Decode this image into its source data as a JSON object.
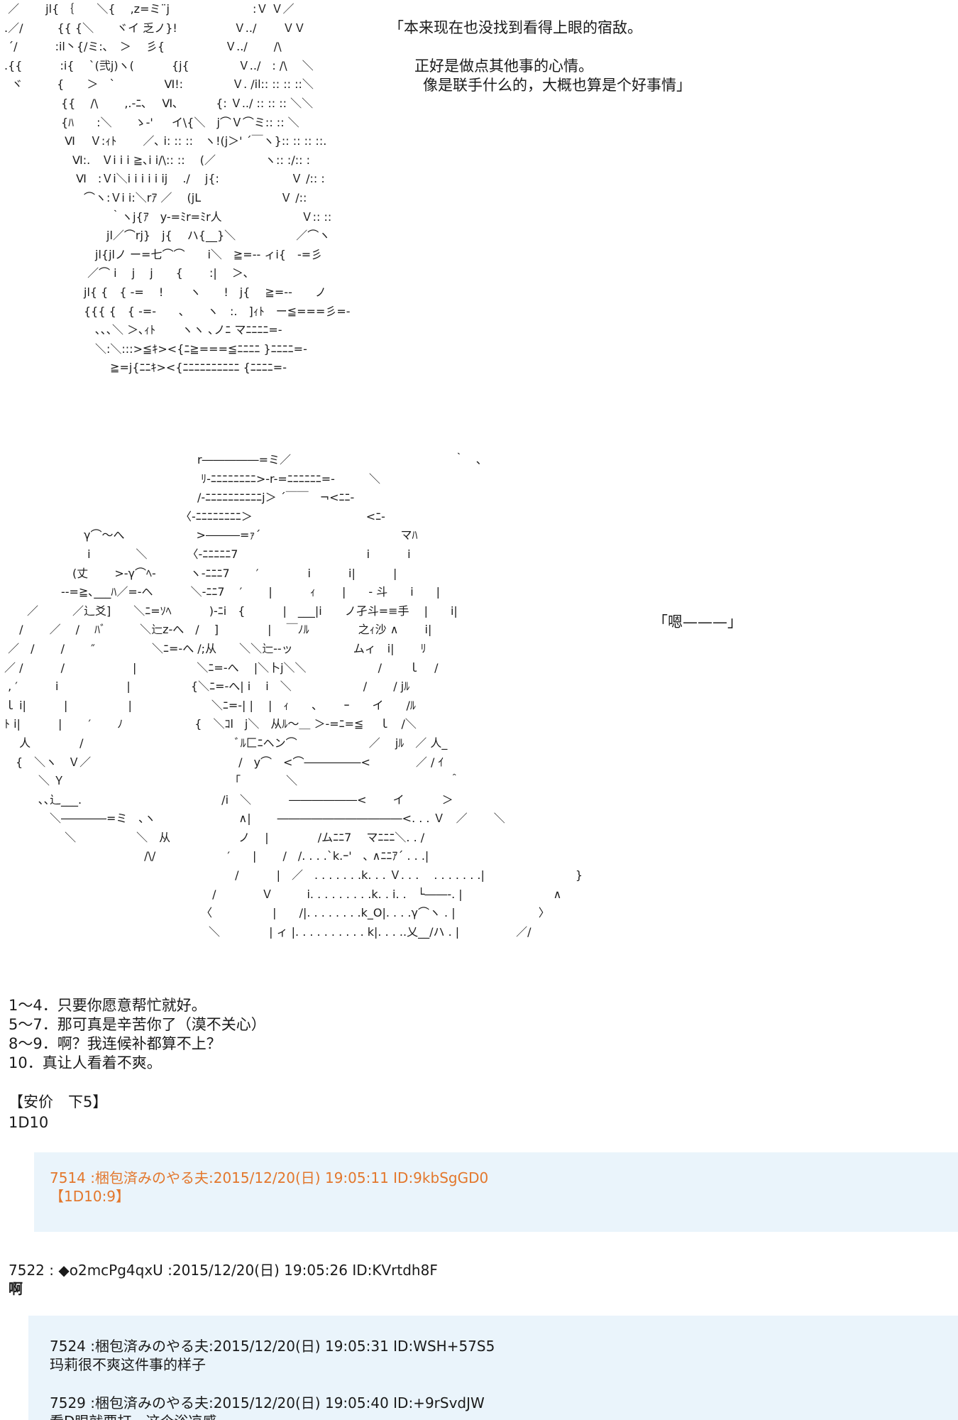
{
  "ascii_art": {
    "top": " ／　　 jl{ ｛　　＼{　 ,z=ミ¨j　　　　　　　 :Ｖ Ｖ／\n.／/　　　{{ {＼　　ヾイ 乏ノ}!　　　　　Ｖ../　　 ＶＶ\n ´/　　　 :il丶{/ミ:､　＞　 彡{　　　　　 Ｖ../　　 /\\\n.{{　　　 :i{ 　`(弐j)ヽ(　　　 {j{　　　　 Ｖ../　: /\\　 ＼\n  ヾ　　　{　　＞　`　　　　 Ⅵ!:　　　　 Ｖ. /il:: :: :: ::＼\n　　　　　{{　 /\\　　 ,.-ﾆ､　 Ⅵ､　　　 {: Ｖ../ :: :: :: ＼＼\n　　　　　{ﾊ　　:＼　　ゝ-' 　 イ\\{＼　j⌒Ｖ⌒ミ:: :: ＼\n　　　　　 Ⅵ　 Ｖ:ｨﾄ　　 ／､ i: :: ::　ヽ!(j＞' ´￣ヽ}:: :: :: ::.\n　　　　　　Ⅵ:.　Ｖi i i ≧､i i/\\:: ::　 (／　　　　 ヽ:: :/:: :\n　　　　　　 Ⅵ　:Ｖi＼i i i i i ij　 ./　 j{:　　　　　　 Ｖ /:: :\n　　　　　　　⌒ヽ:Ｖi i:＼rｱ ／　 (jL　　　　　　　Ｖ /::\n　　　　　　　　　 ｀ヽj{ｱ　y-=ﾐr=ﾐr人　　　　　　　Ｖ:: ::\n　　　　　　　　　jl／⌒rj}　j{　 ハ{__}＼　　　　　 ／⌒ヽ\n　　　　　　　　jl{jlノ ー=七⌒⌒　　i＼　≧=-- ィi{　-=彡\n　　　　　　　 ／⌒ i　 j　 j　　{　　 :|　 ＞､\n　　　　　　　jl{ {　{ -=　 !　　 ヽ　　!　j{　 ≧=--　　ノ\n　　　　　　　{{{ {　{ -=-　　､　　ヽ　:.　]ｨﾄ　ー≦===彡=-\n　　　　　　　　､､､＼ ＞､ｨﾄ　　 ヽヽ ､ノﾆ マﾆﾆﾆﾆ=-\n　　　　　　　　＼:＼:::>≦ｷ><{ﾆ≧===≦ﾆﾆﾆﾆ }ﾆﾆﾆﾆ=-\n　　　　　　　　　 ≧=j{ﾆﾆｷ><{ﾆﾆﾆﾆﾆﾆﾆﾆﾆﾆ {ﾆﾆﾆﾆ=-",
    "bottom": "　　　　　　　　　　　　　　　　　r―――――=ミ／　　　　　　　　　　　　　　 ｀　､\n　　　　　　　　　　　　　　　　　 ﾘ-ﾆﾆﾆﾆﾆﾆﾆﾆ>-r-=ﾆﾆﾆﾆﾆﾆ=-　　　＼\n　　　　　　　　　　　　　　　　　/-ﾆﾆﾆﾆﾆﾆﾆﾆﾆﾆj＞ ´￣￣　¬<ﾆﾆ-\n　　　　　　　　　　　　　　　　〈-ﾆﾆﾆﾆﾆﾆﾆﾆ＞　　　　　　　　　　<ﾆ-\n　　　　　　　γ⌒～へ　　　　　　 >―――=ｧ´　　　　　　　　　　　　 マﾊ\n　　　　　　　 i　　　　＼　　　　〈-ﾆﾆﾆﾆﾆ7　　　　　　　　　　　 i　　　 i\n　　　　　　(丈　　 >-γ⌒ﾍ-　　　ヽ-ﾆﾆﾆ7　　 ′　　　　 i　　　 i|　　　 |\n　　　　　--=≧､___ﾊ／=-ヘ　　　 ＼-ﾆﾆ7　 ′　　 |　　　 ｨ　　 |　　- 斗　　i　　|\n　　／　　　／辶爻]　　＼ﾆ=ｿﾍ　　　 )-ﾆi　{　　　 |　___|i　　ノ孑斗=≡手　 |　　i|　\n　 /　　 ／　 /　 ﾊﾞ　　　＼辷z-へ　/　 ]　　　　 |　 ￣ﾉﾙ　　　　 之ｨ沙 ∧　　 i|\n ／　/　　 /　　 ″　　　　　＼ﾆ=-へ /;从　　＼＼辷--ッ　　　　　 ムィ　i|　　 ﾘ\n／ /　　　 /　　　　　　|　　　　　 ＼ﾆ=-へ　 |＼卜j＼＼　　　　　　 /　　 ｌ　 /\n , ′　　　 i　　　　　　|　　　　　 {＼ﾆ=-へ| i　 i　＼　　　　　　 /　　 / jﾙ\nｌ i|　　　 |　　　　　 |　　　　　　　＼ﾆ=-| |　 |　ｨ　　､　　 ｰ　　イ　　/ﾙ\nﾄ i|　　　 |　　 ′　　 ﾉ　　　　　　 {　＼ｺl　j＼　从ﾙ～＿ ＞-=ﾆ=≦　 ｌ　/＼\n　 人　　　　 /　　　　　　　　　　　　　 ﾞﾙ匚ﾆヘン⌒　　　　　　 ／　 jﾙ　／ 人_\n　{　＼ヽ　Ｖ／　　　　　　　　　　　　　/　y⌒　<⌒―――――<　　　　／ / ｲ\n　　　＼ Ｙ　　　　　　　　　　　　　　　「　　　　＼　　　　　　　　　　　　　 ＾\n　　　､､辶___.　　　　　　　　　　　　 /i　＼　　　 ――――――<　　 イ　　　 ＞\n　　　　＼――――=ミ　､ヽ　　　　　　　 ∧|　　 ―――――――――――<. . . Ｖ　／　　 ＼\n　　　　　 ＼　　　　　 ＼　从　　　　　　ノ　 |　　　　 /ムﾆﾆ7　 マﾆﾆﾆ＼. . /\n　　　　　　　　　　　　 /\\/　　　　　　 ′　　|　　 /　/. . . .`k.ｰ'　､ ∧ﾆﾆｱ´ . . .|\n　　　　　　　　　　　　　　　　　　　　 /　　　 |　／　. . . . . . .k. . . Ｖ. . .　 . . . . . . .|　　　　　　　　}\n　　　　　　　　　　　　　　　　　　 /　　　　Ｖ　　　i. . . . . . . . .k. . i. .　└――-. |　　　　　　　　∧\n　　　　　　　　　　　　　　　　　 〈　　　　　 |　　/|. . . . . . . .k_O|. . . .γ⌒ヽ . |　　　　　　　 〉\n　　　　　　　　　　　　　　　　　　＼　　　　 | ィ |. . . . . . . . . . k|. . . ..乂__/ハ . |　　　　　／/"
  },
  "speech": {
    "line1": "「本来现在也没找到看得上眼的宿敌。",
    "line2": "正好是做点其他事的心情。",
    "line3": "像是联手什么的，大概也算是个好事情」",
    "line4": "「嗯———」"
  },
  "options": [
    "1～4．只要你愿意帮忙就好。",
    "5～7．那可真是辛苦你了（漠不关心）",
    "8～9．啊？我连候补都算不上？",
    "10．真让人看着不爽。"
  ],
  "anchor": {
    "label": "【安价　下5】",
    "dice": "1D10"
  },
  "posts": [
    {
      "header": "7514 :梱包済みのやる夫:2015/12/20(日) 19:05:11 ID:9kbSgGD0",
      "body": "【1D10:9】"
    },
    {
      "header": "7522 : ◆o2mcPg4qxU :2015/12/20(日) 19:05:26 ID:KVrtdh8F",
      "body": "啊"
    },
    {
      "header": "7524 :梱包済みのやる夫:2015/12/20(日) 19:05:31 ID:WSH+57S5",
      "body": "玛莉很不爽这件事的样子"
    },
    {
      "header": "7529 :梱包済みのやる夫:2015/12/20(日) 19:05:40 ID:+9rSvdJW",
      "body": "看D眼就要打　这个浴凉感"
    }
  ],
  "colors": {
    "post_bg": "#eaf4fb",
    "highlight_text": "#e3772c",
    "text": "#1a1a1a"
  }
}
